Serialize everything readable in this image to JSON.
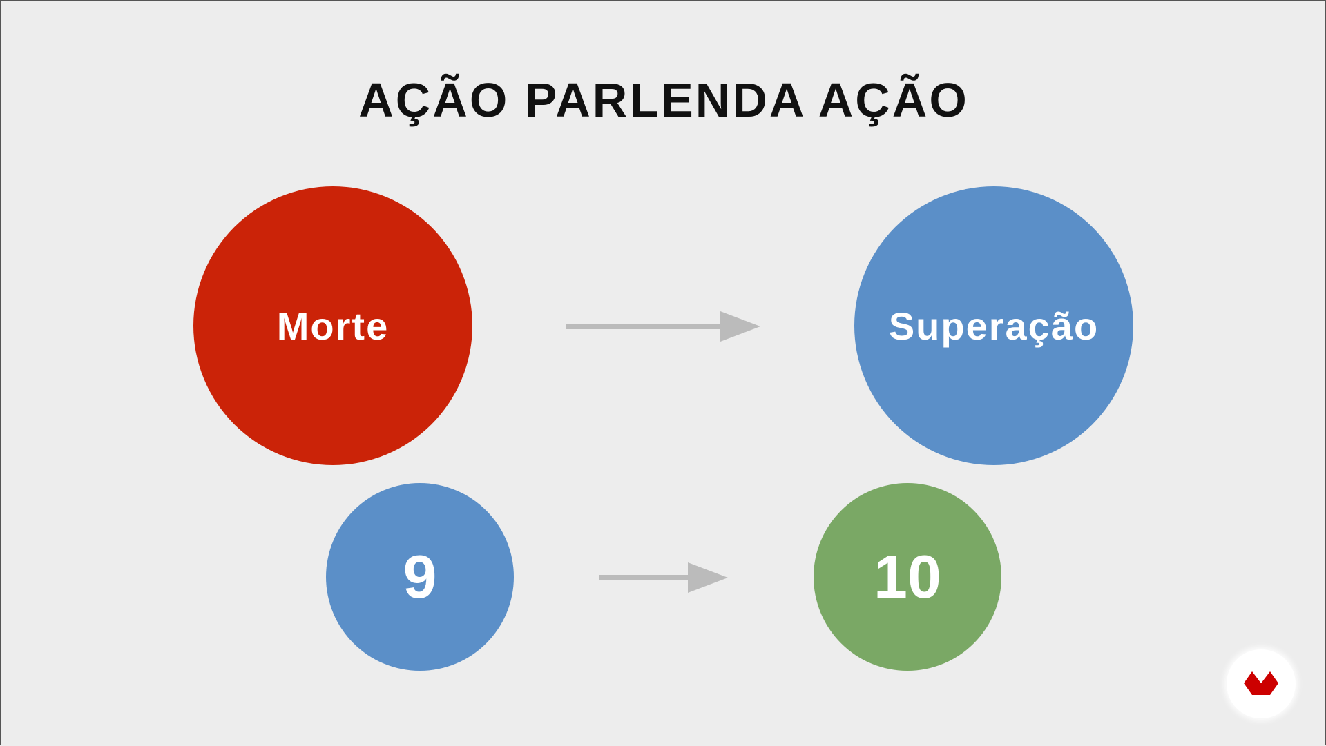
{
  "title": "AÇÃO PARLENDA AÇÃO",
  "top_row": {
    "from": "Morte",
    "to": "Superação"
  },
  "bottom_row": {
    "from": "9",
    "to": "10"
  },
  "colors": {
    "red": "#cb2308",
    "blue": "#5b8fc8",
    "green": "#7aa865",
    "arrow": "#bbbbbb",
    "background": "#ededed"
  },
  "logo": "red-chevron-logo"
}
